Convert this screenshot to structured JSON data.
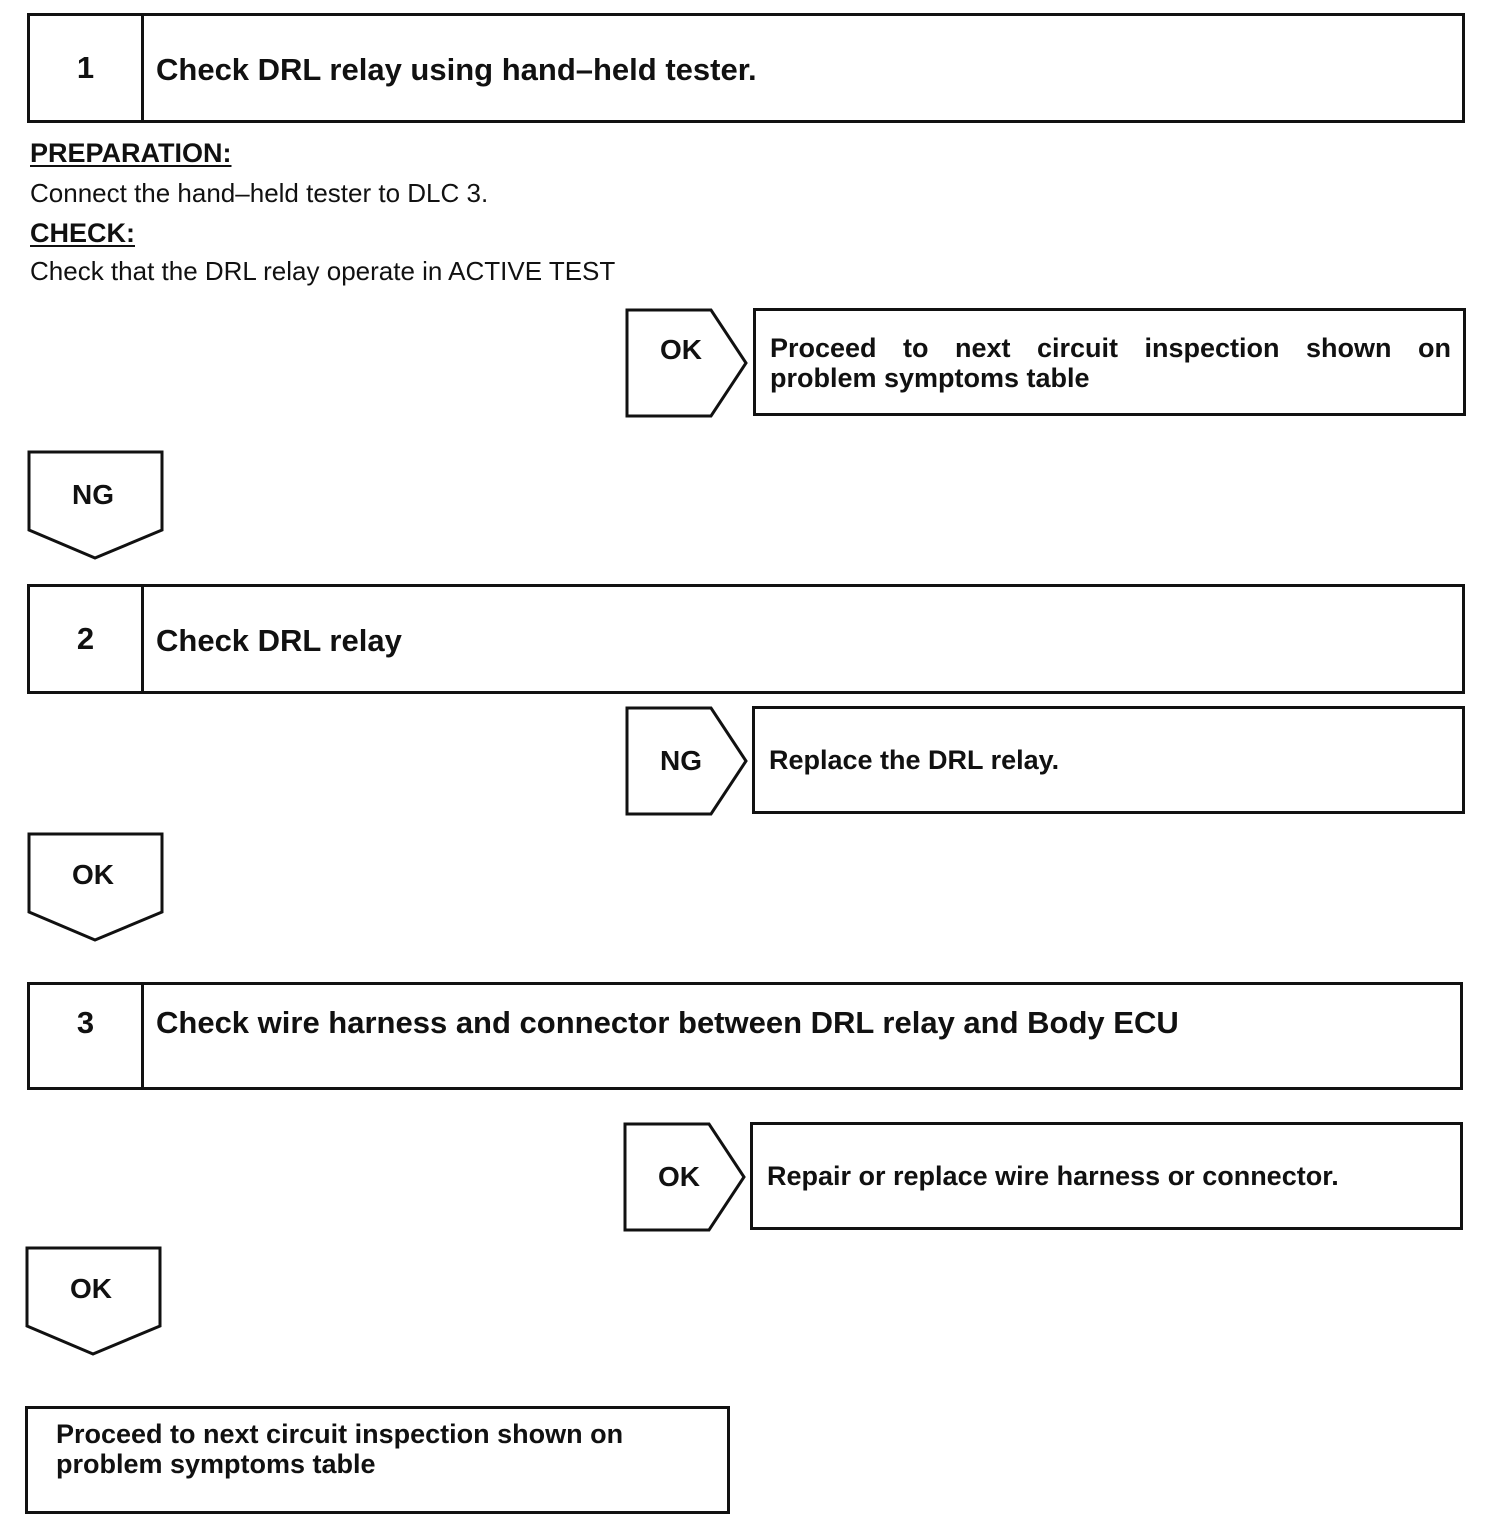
{
  "steps": [
    {
      "number": "1",
      "title": "Check DRL relay using hand–held tester."
    },
    {
      "number": "2",
      "title": "Check DRL relay"
    },
    {
      "number": "3",
      "title": "Check wire harness and connector between DRL relay and Body ECU"
    }
  ],
  "step1_details": {
    "preparation_label": "PREPARATION:",
    "preparation_text": "Connect the hand–held tester to DLC 3.",
    "check_label": "CHECK:",
    "check_text": "Check that the DRL relay operate in ACTIVE TEST"
  },
  "branches": [
    {
      "tag": "OK",
      "result": "Proceed to next circuit inspection shown on problem symptoms table"
    },
    {
      "tag": "NG",
      "result": "Replace the DRL relay."
    },
    {
      "tag": "OK",
      "result": "Repair or replace wire harness or connector."
    }
  ],
  "flows": [
    "NG",
    "OK",
    "OK"
  ],
  "final": {
    "text": "Proceed to next circuit inspection shown on problem symptoms table"
  }
}
